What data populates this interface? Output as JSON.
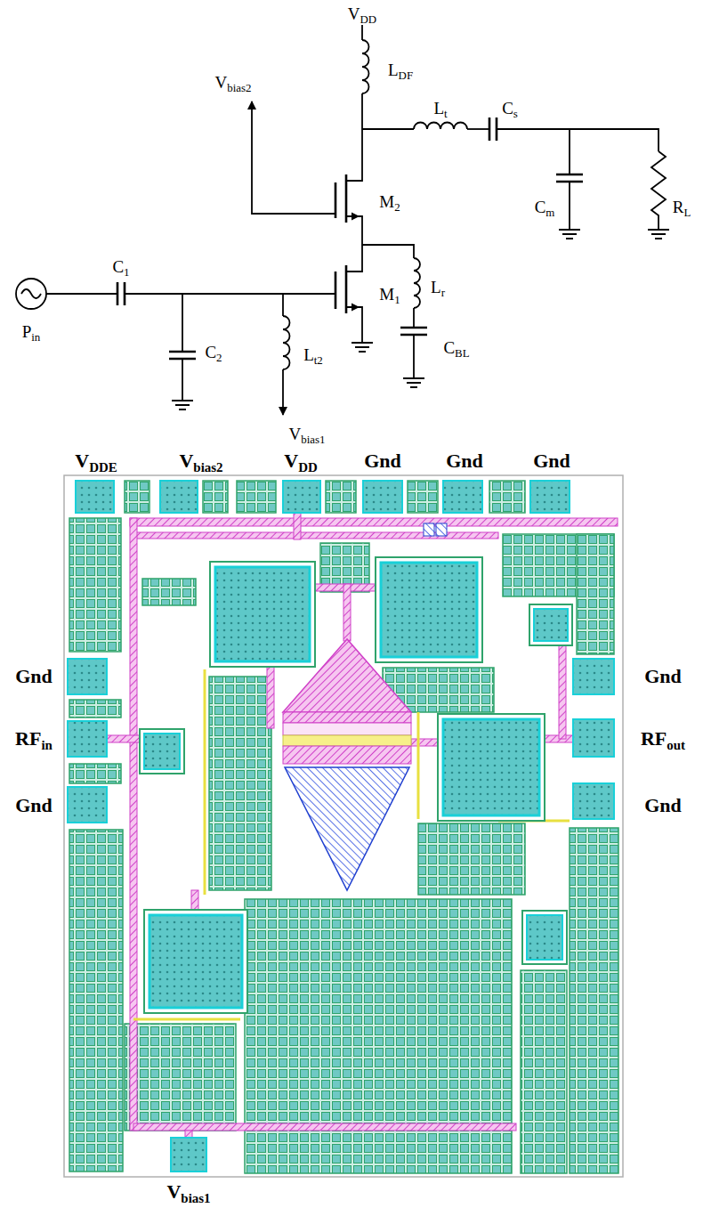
{
  "diagram": {
    "labels": [
      "VDD",
      "LDF",
      "Vbias2",
      "Lt",
      "Cs",
      "M2",
      "Cm",
      "RL",
      "C1",
      "Lr",
      "M1",
      "Pin",
      "CBL",
      "C2",
      "Lt2",
      "Vbias1",
      "VDDE",
      "Vbias2",
      "VDD",
      "Gnd",
      "Gnd",
      "Gnd",
      "Gnd",
      "Gnd",
      "RFin",
      "RFout",
      "Gnd",
      "Gnd",
      "Vbias1"
    ]
  }
}
